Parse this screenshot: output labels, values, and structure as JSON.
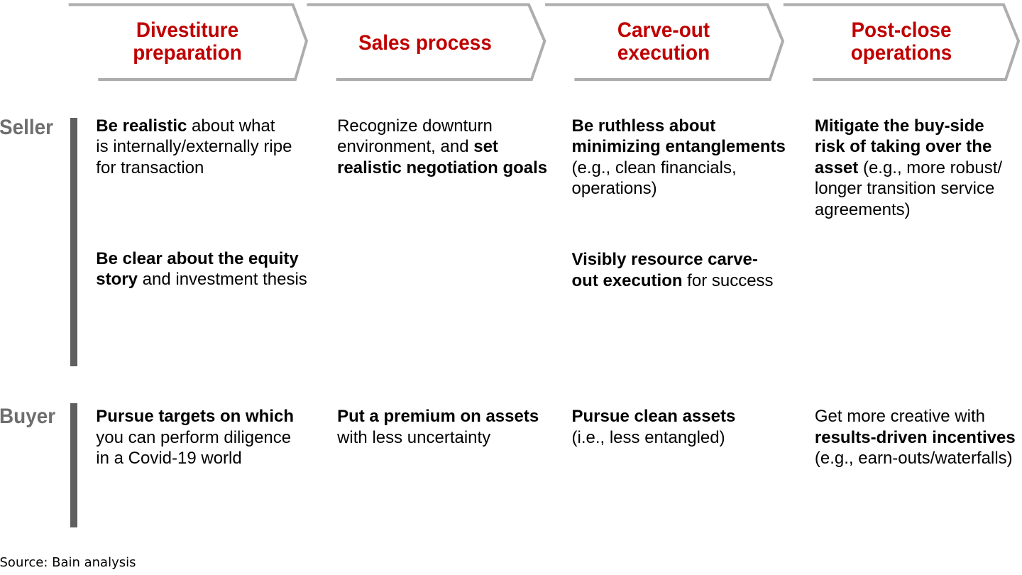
{
  "colors": {
    "background": "#ffffff",
    "chevron_outline": "#adadad",
    "stage_label_red": "#c00000",
    "row_label_gray": "#6e6e6e",
    "row_bar_gray": "#5f5f5f",
    "body_text": "#000000"
  },
  "process_flow": {
    "stages": [
      {
        "label_lines": [
          "Divestiture",
          "preparation"
        ]
      },
      {
        "label_lines": [
          "Sales process"
        ]
      },
      {
        "label_lines": [
          "Carve-out",
          "execution"
        ]
      },
      {
        "label_lines": [
          "Post-close",
          "operations"
        ]
      }
    ]
  },
  "rows": [
    {
      "label": "Seller",
      "cells": [
        {
          "blocks": [
            {
              "lines": [
                [
                  {
                    "t": "Be realistic",
                    "b": true
                  },
                  {
                    "t": " about what",
                    "b": false
                  }
                ],
                [
                  {
                    "t": "is internally/externally ripe",
                    "b": false
                  }
                ],
                [
                  {
                    "t": "for transaction",
                    "b": false
                  }
                ]
              ]
            },
            {
              "lines": [
                [
                  {
                    "t": "Be clear about the equity",
                    "b": true
                  }
                ],
                [
                  {
                    "t": "story",
                    "b": true
                  },
                  {
                    "t": " and investment thesis",
                    "b": false
                  }
                ]
              ]
            }
          ]
        },
        {
          "blocks": [
            {
              "lines": [
                [
                  {
                    "t": "Recognize downturn",
                    "b": false
                  }
                ],
                [
                  {
                    "t": "environment, and ",
                    "b": false
                  },
                  {
                    "t": "set",
                    "b": true
                  }
                ],
                [
                  {
                    "t": "realistic negotiation goals",
                    "b": true
                  }
                ]
              ]
            }
          ]
        },
        {
          "blocks": [
            {
              "lines": [
                [
                  {
                    "t": "Be ruthless about",
                    "b": true
                  }
                ],
                [
                  {
                    "t": "minimizing entanglements",
                    "b": true
                  }
                ],
                [
                  {
                    "t": "(e.g., clean financials,",
                    "b": false
                  }
                ],
                [
                  {
                    "t": "operations)",
                    "b": false
                  }
                ]
              ]
            },
            {
              "lines": [
                [
                  {
                    "t": "Visibly resource carve-",
                    "b": true
                  }
                ],
                [
                  {
                    "t": "out execution",
                    "b": true
                  },
                  {
                    "t": " for success",
                    "b": false
                  }
                ]
              ]
            }
          ]
        },
        {
          "blocks": [
            {
              "lines": [
                [
                  {
                    "t": "Mitigate the buy-side",
                    "b": true
                  }
                ],
                [
                  {
                    "t": "risk of taking over the",
                    "b": true
                  }
                ],
                [
                  {
                    "t": "asset",
                    "b": true
                  },
                  {
                    "t": " (e.g., more robust/",
                    "b": false
                  }
                ],
                [
                  {
                    "t": "longer transition service",
                    "b": false
                  }
                ],
                [
                  {
                    "t": "agreements)",
                    "b": false
                  }
                ]
              ]
            }
          ]
        }
      ]
    },
    {
      "label": "Buyer",
      "cells": [
        {
          "blocks": [
            {
              "lines": [
                [
                  {
                    "t": "Pursue targets on which",
                    "b": true
                  }
                ],
                [
                  {
                    "t": "you can perform diligence",
                    "b": false
                  }
                ],
                [
                  {
                    "t": "in a Covid-19 world",
                    "b": false
                  }
                ]
              ]
            }
          ]
        },
        {
          "blocks": [
            {
              "lines": [
                [
                  {
                    "t": "Put a premium on assets",
                    "b": true
                  }
                ],
                [
                  {
                    "t": "with less uncertainty",
                    "b": false
                  }
                ]
              ]
            }
          ]
        },
        {
          "blocks": [
            {
              "lines": [
                [
                  {
                    "t": "Pursue clean assets",
                    "b": true
                  }
                ],
                [
                  {
                    "t": "(i.e., less entangled)",
                    "b": false
                  }
                ]
              ]
            }
          ]
        },
        {
          "blocks": [
            {
              "lines": [
                [
                  {
                    "t": "Get more creative with",
                    "b": false
                  }
                ],
                [
                  {
                    "t": "results-driven incentives",
                    "b": true
                  }
                ],
                [
                  {
                    "t": "(e.g., earn-outs/waterfalls)",
                    "b": false
                  }
                ]
              ]
            }
          ]
        }
      ]
    }
  ],
  "footer": {
    "source": "Source: Bain analysis"
  }
}
